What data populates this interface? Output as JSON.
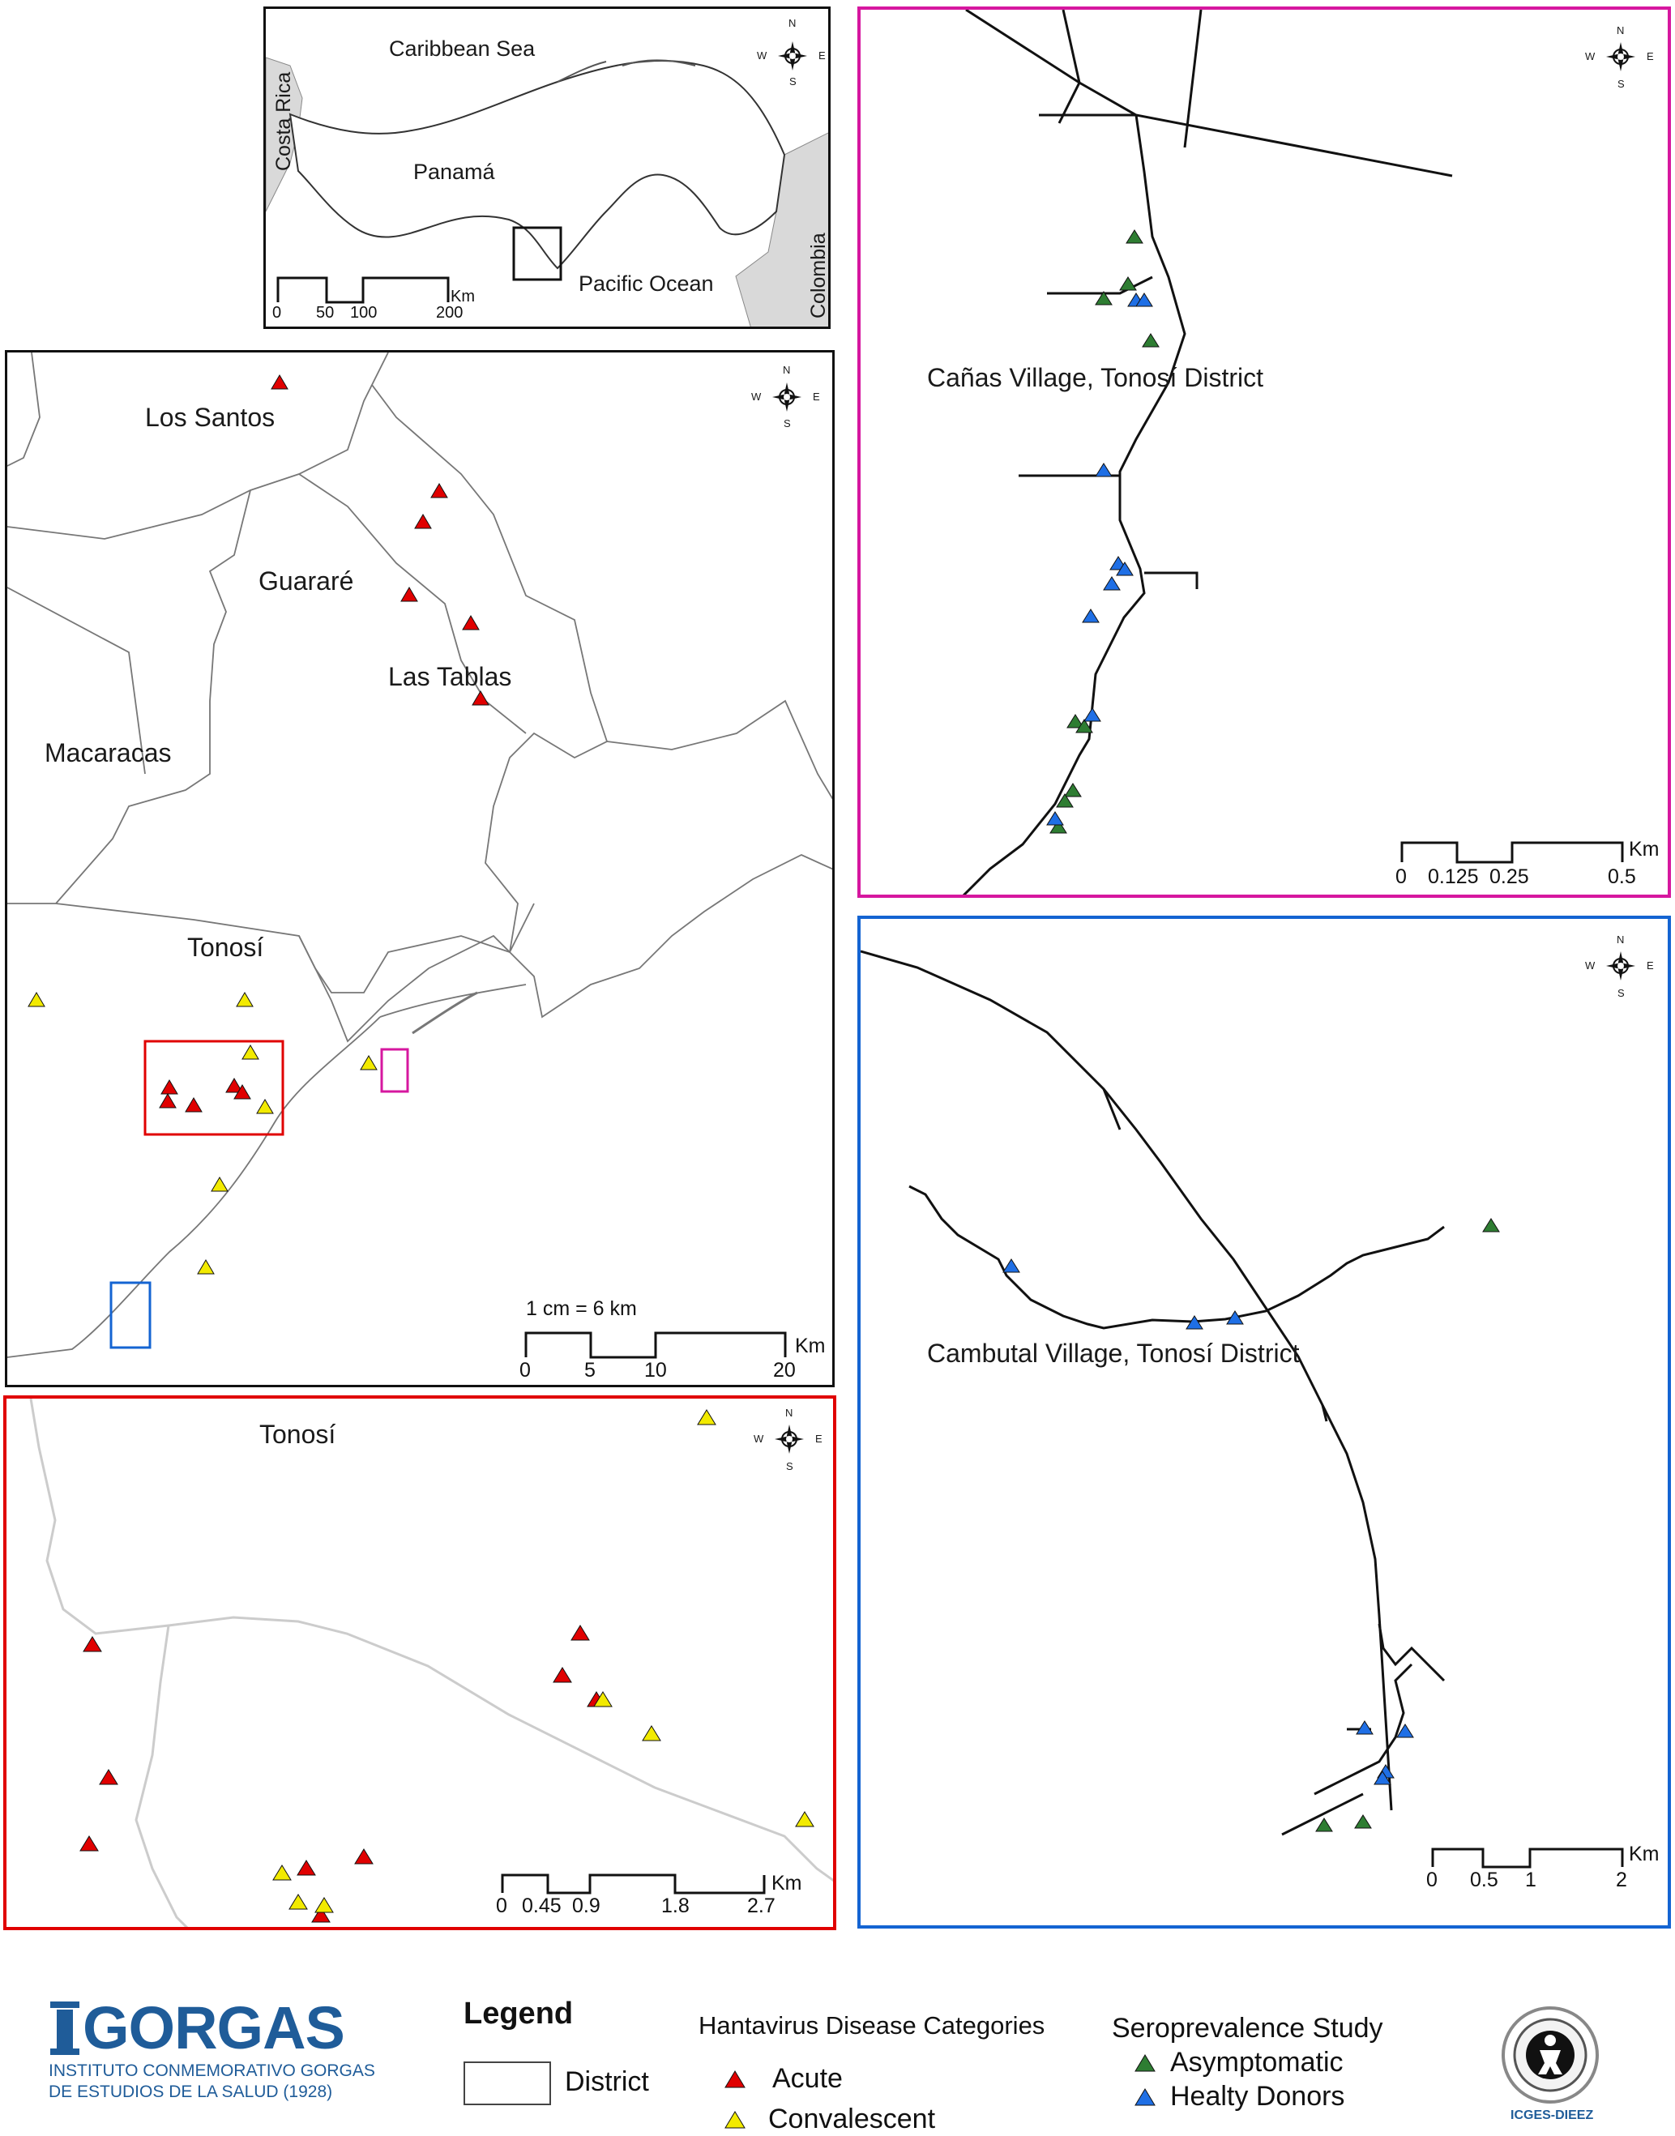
{
  "inset": {
    "labels": [
      "Caribbean Sea",
      "Costa Rica",
      "Panamá",
      "Pacific Ocean",
      "Colombia"
    ],
    "scale": {
      "unit": "Km",
      "ticks": [
        "0",
        "50",
        "100",
        "200"
      ]
    }
  },
  "districts": {
    "labels": [
      "Los Santos",
      "Guararé",
      "Las Tablas",
      "Macaracas",
      "Tonosí"
    ],
    "scale_note": "1 cm = 6 km",
    "scale": {
      "unit": "Km",
      "ticks": [
        "0",
        "5",
        "10",
        "20"
      ]
    }
  },
  "tonosi_detail": {
    "label": "Tonosí",
    "scale": {
      "unit": "Km",
      "ticks": [
        "0",
        "0.45",
        "0.9",
        "1.8",
        "2.7"
      ]
    }
  },
  "canas": {
    "label": "Cañas Village, Tonosí District",
    "scale": {
      "unit": "Km",
      "ticks": [
        "0",
        "0.125",
        "0.25",
        "0.5"
      ]
    }
  },
  "cambutal": {
    "label": "Cambutal Village, Tonosí District",
    "scale": {
      "unit": "Km",
      "ticks": [
        "0",
        "0.5",
        "1",
        "2"
      ]
    }
  },
  "compass": {
    "n": "N",
    "s": "S",
    "e": "E",
    "w": "W"
  },
  "legend": {
    "title": "Legend",
    "district": "District",
    "disease_title": "Hantavirus Disease Categories",
    "acute": "Acute",
    "convalescent": "Convalescent",
    "sero_title": "Seroprevalence Study",
    "asymptomatic": "Asymptomatic",
    "healthy": "Healty Donors"
  },
  "logos": {
    "gorgas_name": "GORGAS",
    "gorgas_line1": "INSTITUTO CONMEMORATIVO GORGAS",
    "gorgas_line2": "DE ESTUDIOS DE LA SALUD (1928)",
    "icges": "ICGES-DIEEZ"
  },
  "colors": {
    "acute": "#e00000",
    "convalescent": "#f2ea00",
    "asymptomatic": "#2e7d32",
    "healthy": "#1f6fe5",
    "frame_canas": "#d6179f",
    "frame_cambutal": "#1464d2",
    "frame_detail": "#e00000",
    "gorgas_blue": "#1f5c99"
  }
}
